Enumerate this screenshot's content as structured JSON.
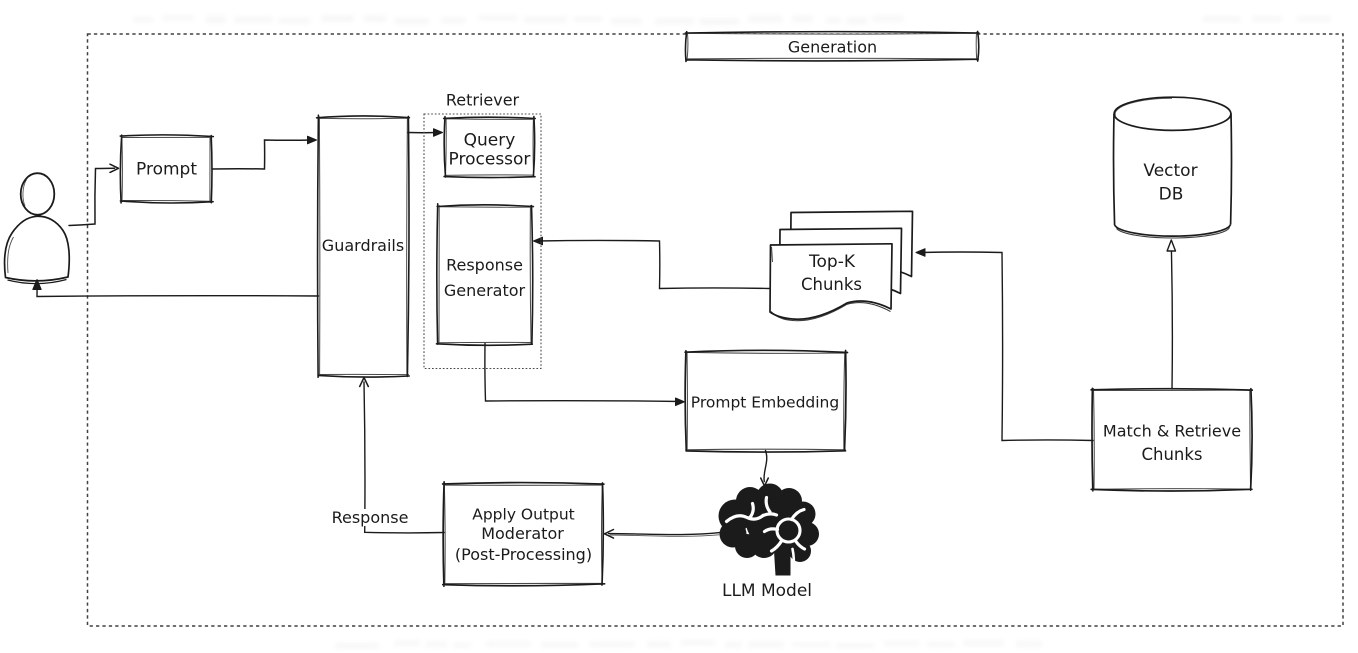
{
  "banner": {
    "label": "Generation"
  },
  "nodes": {
    "prompt": {
      "label": "Prompt"
    },
    "guardrails": {
      "label": "Guardrails"
    },
    "retriever_group": {
      "label": "Retriever"
    },
    "query_processor": {
      "line1": "Query",
      "line2": "Processor"
    },
    "response_generator": {
      "line1": "Response",
      "line2": "Generator"
    },
    "top_k_chunks": {
      "line1": "Top-K",
      "line2": "Chunks"
    },
    "vector_db": {
      "line1": "Vector",
      "line2": "DB"
    },
    "prompt_embedding": {
      "label": "Prompt Embedding"
    },
    "match_retrieve_chunks": {
      "line1": "Match & Retrieve",
      "line2": "Chunks"
    },
    "apply_output_moderator": {
      "line1": "Apply Output",
      "line2": "Moderator",
      "line3": "(Post-Processing)"
    },
    "llm_model": {
      "label": "LLM Model"
    }
  },
  "edge_labels": {
    "response": "Response"
  },
  "colors": {
    "ink": "#1b1b1b",
    "background": "#ffffff",
    "dashed_border": "#414141"
  }
}
